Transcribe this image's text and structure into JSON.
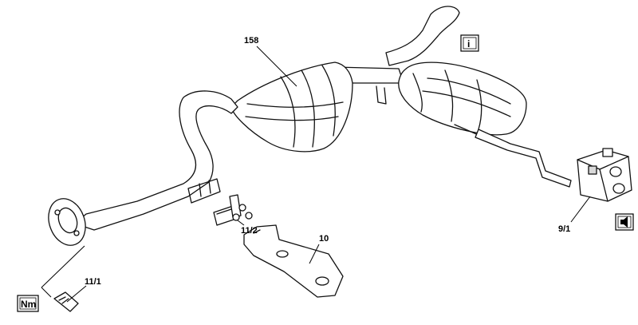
{
  "diagram": {
    "labels": {
      "rear_muffler": "158",
      "bracket": "10",
      "bolt_set": "11/2",
      "flange_bolt": "11/1",
      "rubber_mount": "9/1"
    },
    "badges": {
      "info": "i",
      "torque": "Nm"
    },
    "icons": {
      "info": "info-icon",
      "torque": "torque-icon",
      "sound": "speaker-icon"
    }
  }
}
